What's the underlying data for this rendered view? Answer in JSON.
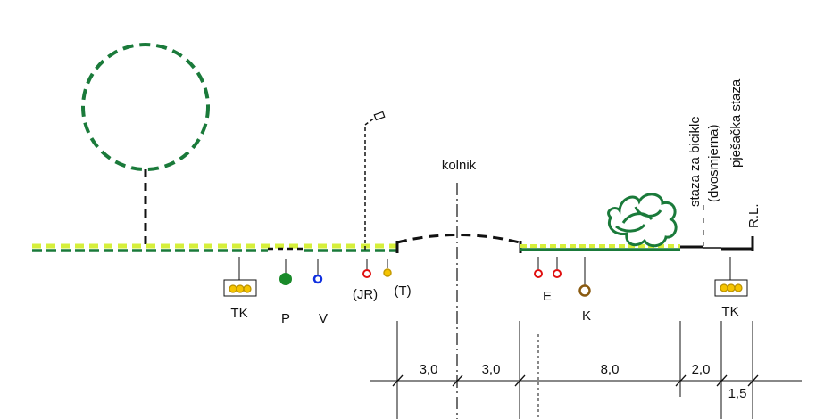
{
  "labels": {
    "kolnik": "kolnik",
    "staza_za_bicikle": "staza za bicikle",
    "dvosmjerna": "(dvosmjerna)",
    "pjesacka_staza": "pješačka staza",
    "rl": "R.L."
  },
  "utilities": {
    "tk_left": "TK",
    "p": "P",
    "v": "V",
    "jr": "(JR)",
    "t": "(T)",
    "e": "E",
    "k": "K",
    "tk_right": "TK"
  },
  "dimensions": {
    "d1": "3,0",
    "d2": "3,0",
    "d3": "8,0",
    "d4": "2,0",
    "d5": "1,5"
  },
  "colors": {
    "green": "#1a7a3a",
    "light_green": "#d6ef3a",
    "yellow": "#f5c400",
    "red": "#e01010",
    "blue": "#1030e0",
    "brown": "#8a5a10",
    "black": "#111111"
  }
}
